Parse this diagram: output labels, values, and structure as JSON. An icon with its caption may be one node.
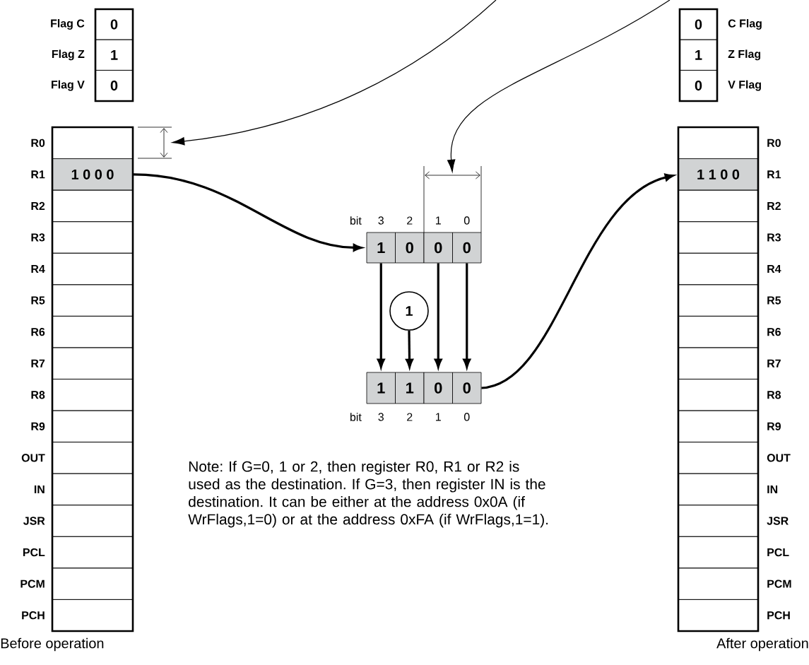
{
  "diagram": {
    "nodes": [
      {
        "text": [
          "0"
        ],
        "beside": [
          "Flag C"
        ]
      },
      {
        "text": [
          "1"
        ],
        "beside": [
          "Flag Z"
        ]
      },
      {
        "text": [
          "0"
        ],
        "beside": [
          "Flag V"
        ]
      },
      {
        "text": [
          "0"
        ],
        "beside": [
          "C Flag"
        ]
      },
      {
        "text": [
          "1"
        ],
        "beside": [
          "Z Flag"
        ]
      },
      {
        "text": [
          "0"
        ],
        "beside": [
          "V Flag"
        ]
      },
      {
        "text": [],
        "shape": "box",
        "beside": [
          "R0"
        ]
      },
      {
        "text": [
          "1 0 0 0"
        ],
        "beside": [
          "R1"
        ]
      },
      {
        "text": [],
        "shape": "box",
        "beside": [
          "R2"
        ]
      },
      {
        "text": [],
        "shape": "box",
        "beside": [
          "R3"
        ]
      },
      {
        "text": [],
        "shape": "box",
        "beside": [
          "R4"
        ]
      },
      {
        "text": [],
        "shape": "box",
        "beside": [
          "R5"
        ]
      },
      {
        "text": [],
        "shape": "box",
        "beside": [
          "R6"
        ]
      },
      {
        "text": [],
        "shape": "box",
        "beside": [
          "R7"
        ]
      },
      {
        "text": [],
        "shape": "box",
        "beside": [
          "R8"
        ]
      },
      {
        "text": [],
        "shape": "box",
        "beside": [
          "R9"
        ]
      },
      {
        "text": [],
        "shape": "box",
        "beside": [
          "OUT"
        ]
      },
      {
        "text": [],
        "shape": "box",
        "beside": [
          "IN"
        ]
      },
      {
        "text": [],
        "shape": "box",
        "beside": [
          "JSR"
        ]
      },
      {
        "text": [],
        "shape": "box",
        "beside": [
          "PCL"
        ]
      },
      {
        "text": [],
        "shape": "box",
        "beside": [
          "PCM"
        ]
      },
      {
        "text": [],
        "shape": "box",
        "beside": [
          "PCH"
        ]
      },
      {
        "text": [],
        "shape": "bracket"
      },
      {
        "text": [],
        "shape": "bracket"
      },
      {
        "text": [
          "1"
        ]
      },
      {
        "text": [
          "0"
        ]
      },
      {
        "text": [
          "0"
        ]
      },
      {
        "text": [
          "0"
        ]
      },
      {
        "text": [
          "1"
        ]
      },
      {
        "text": [
          "1"
        ]
      },
      {
        "text": [
          "1"
        ]
      },
      {
        "text": [
          "0"
        ]
      },
      {
        "text": [
          "0"
        ]
      },
      {
        "text": [],
        "shape": "box",
        "beside": [
          "R0"
        ]
      },
      {
        "text": [
          "1 1 0 0"
        ],
        "beside": [
          "R1"
        ]
      },
      {
        "text": [],
        "shape": "box",
        "beside": [
          "R2"
        ]
      },
      {
        "text": [],
        "shape": "box",
        "beside": [
          "R3"
        ]
      },
      {
        "text": [],
        "shape": "box",
        "beside": [
          "R4"
        ]
      },
      {
        "text": [],
        "shape": "box",
        "beside": [
          "R5"
        ]
      },
      {
        "text": [],
        "shape": "box",
        "beside": [
          "R6"
        ]
      },
      {
        "text": [],
        "shape": "box",
        "beside": [
          "R7"
        ]
      },
      {
        "text": [],
        "shape": "box",
        "beside": [
          "R8"
        ]
      },
      {
        "text": [],
        "shape": "box",
        "beside": [
          "R9"
        ]
      },
      {
        "text": [],
        "shape": "box",
        "beside": [
          "OUT"
        ]
      },
      {
        "text": [],
        "shape": "box",
        "beside": [
          "IN"
        ]
      },
      {
        "text": [],
        "shape": "box",
        "beside": [
          "JSR"
        ]
      },
      {
        "text": [],
        "shape": "box",
        "beside": [
          "PCL"
        ]
      },
      {
        "text": [],
        "shape": "box",
        "beside": [
          "PCM"
        ]
      },
      {
        "text": [],
        "shape": "box",
        "beside": [
          "PCH"
        ]
      }
    ],
    "edges": [
      {
        "from": null,
        "to": 22,
        "arrow": "to"
      },
      {
        "from": null,
        "to": 23,
        "arrow": "to"
      },
      {
        "from": 7,
        "to": 24,
        "arrow": "to"
      },
      {
        "from": 24,
        "to": 29,
        "arrow": "to"
      },
      {
        "from": 28,
        "to": 30,
        "arrow": "to"
      },
      {
        "from": 26,
        "to": 31,
        "arrow": "to"
      },
      {
        "from": 27,
        "to": 32,
        "arrow": "to"
      },
      {
        "from": 32,
        "to": 34,
        "arrow": "to"
      }
    ],
    "labels": [
      "bit",
      "3",
      "2",
      "1",
      "0",
      "bit",
      "3",
      "2",
      "1",
      "0",
      "Note: If G=0, 1 or 2, then register R0, R1 or R2 is used as the destination. If G=3, then register IN is the destination. It can be either at the address 0x0A (if WrFlags,1=0) or at the address 0xFA (if WrFlags,1=1).",
      "Before operation",
      "After operation"
    ]
  }
}
